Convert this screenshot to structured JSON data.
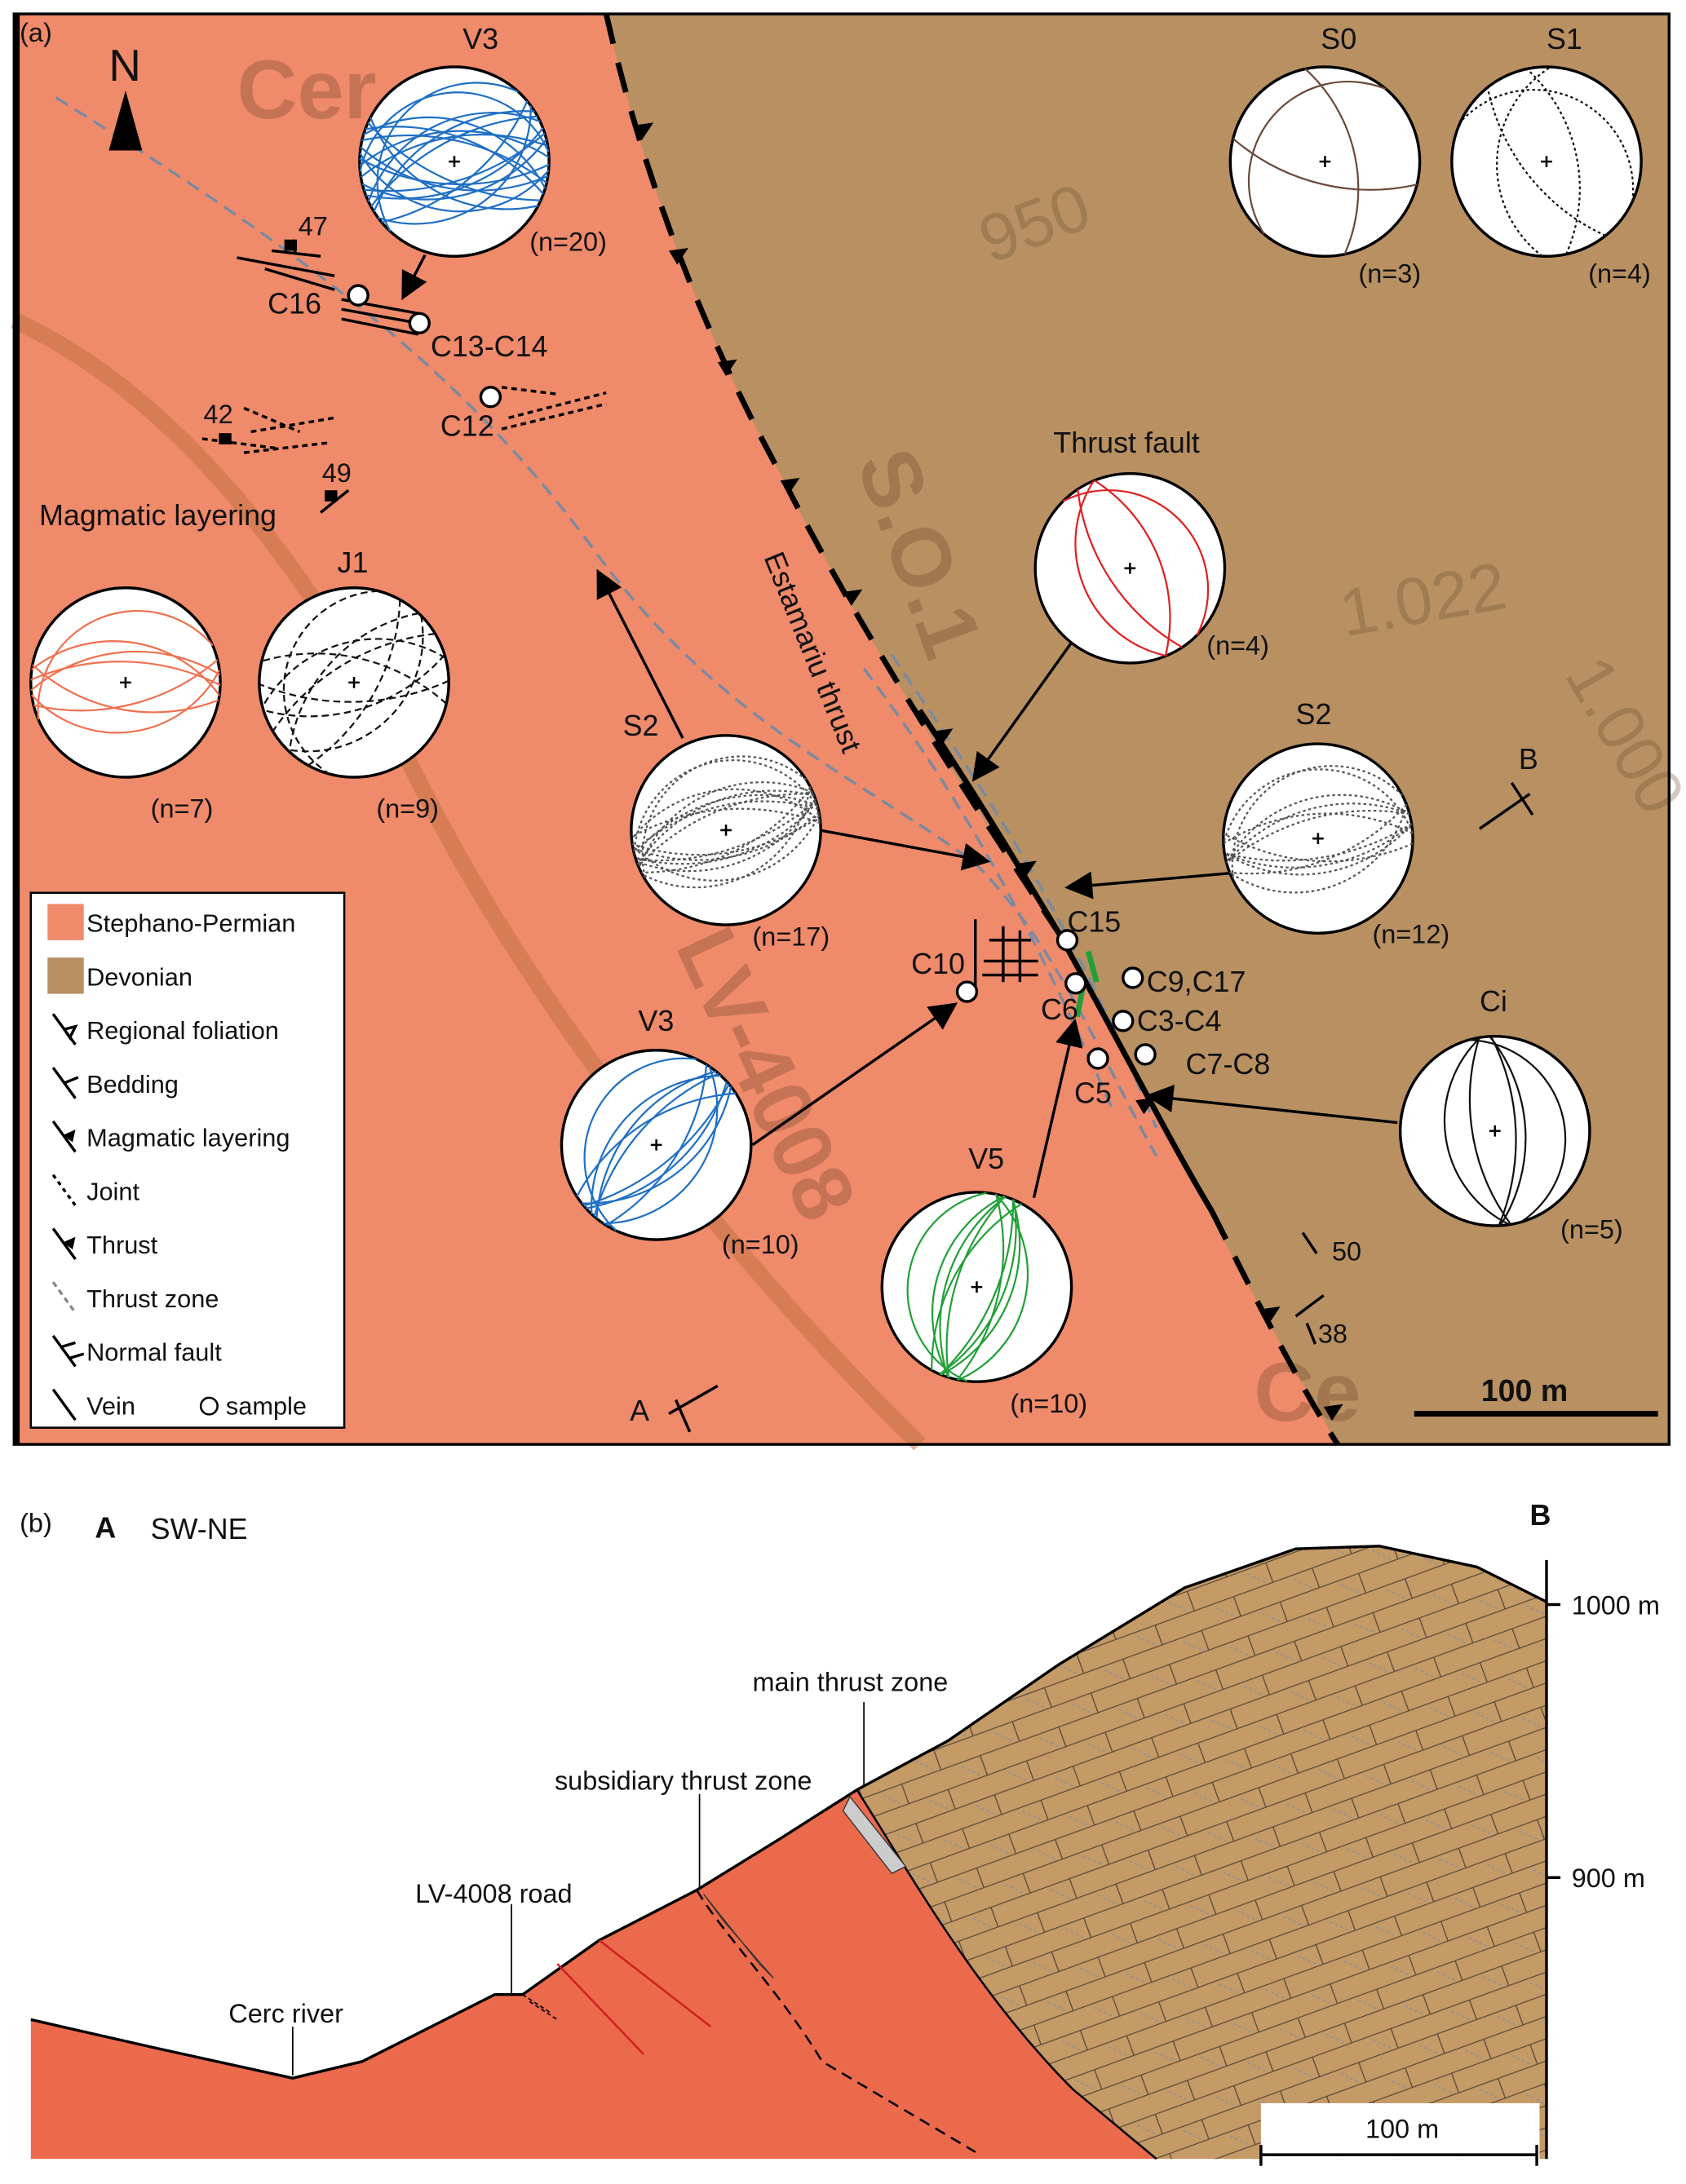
{
  "panel_a": {
    "label": "(a)",
    "north": "N",
    "scale": "100 m",
    "fault_name": "Estamariu thrust",
    "section_end_a": "A",
    "section_end_b": "B",
    "base_map_text": [
      "Cer",
      "950",
      "1.022",
      "1.000",
      "LV-4008",
      "S.O.1",
      "Ce"
    ],
    "colors": {
      "stephano_permian": "#ef8a6a",
      "devonian": "#b89062",
      "blue": "#1f6fc4",
      "green": "#22a038",
      "red": "#e02020",
      "orange": "#f07050"
    },
    "legend": [
      {
        "label": "Stephano-Permian",
        "symbol": "swatch-red"
      },
      {
        "label": "Devonian",
        "symbol": "swatch-brown"
      },
      {
        "label": "Regional foliation",
        "symbol": "foliation"
      },
      {
        "label": "Bedding",
        "symbol": "bedding"
      },
      {
        "label": "Magmatic layering",
        "symbol": "magmatic"
      },
      {
        "label": "Joint",
        "symbol": "joint"
      },
      {
        "label": "Thrust",
        "symbol": "thrust"
      },
      {
        "label": "Thrust zone",
        "symbol": "thrust-zone"
      },
      {
        "label": "Normal fault",
        "symbol": "normal-fault"
      },
      {
        "label": "Vein",
        "symbol": "vein"
      }
    ],
    "legend_sample": "sample",
    "stereonets": [
      {
        "title": "V3",
        "n": "(n=20)",
        "count": 20,
        "color": "#1f6fc4",
        "style": "solid"
      },
      {
        "title": "S0",
        "n": "(n=3)",
        "count": 3,
        "color": "#6b4a3a",
        "style": "solid"
      },
      {
        "title": "S1",
        "n": "(n=4)",
        "count": 4,
        "color": "#111111",
        "style": "dotted"
      },
      {
        "title": "Thrust fault",
        "n": "(n=4)",
        "count": 4,
        "color": "#e02020",
        "style": "solid"
      },
      {
        "title": "Magmatic layering",
        "n": "(n=7)",
        "count": 7,
        "color": "#f07050",
        "style": "solid"
      },
      {
        "title": "J1",
        "n": "(n=9)",
        "count": 9,
        "color": "#111111",
        "style": "dashed"
      },
      {
        "title": "S2",
        "n": "(n=17)",
        "count": 17,
        "color": "#555555",
        "style": "dotted"
      },
      {
        "title": "S2",
        "n": "(n=12)",
        "count": 12,
        "color": "#555555",
        "style": "dotted"
      },
      {
        "title": "V3",
        "n": "(n=10)",
        "count": 10,
        "color": "#1f6fc4",
        "style": "solid"
      },
      {
        "title": "V5",
        "n": "(n=10)",
        "count": 10,
        "color": "#22a038",
        "style": "solid"
      },
      {
        "title": "Ci",
        "n": "(n=5)",
        "count": 5,
        "color": "#111111",
        "style": "solid"
      }
    ],
    "samples": [
      "C16",
      "C13-C14",
      "C12",
      "C15",
      "C10",
      "C9,C17",
      "C6",
      "C3-C4",
      "C7-C8",
      "C5"
    ],
    "dips": [
      "47",
      "42",
      "49",
      "50",
      "38"
    ]
  },
  "panel_b": {
    "label": "(b)",
    "end_a": "A",
    "orientation": "SW-NE",
    "end_b": "B",
    "elev_1000": "1000 m",
    "elev_900": "900 m",
    "main_thrust_zone": "main thrust zone",
    "subsidiary_thrust_zone": "subsidiary thrust zone",
    "road": "LV-4008 road",
    "river": "Cerc river",
    "scale": "100 m"
  }
}
